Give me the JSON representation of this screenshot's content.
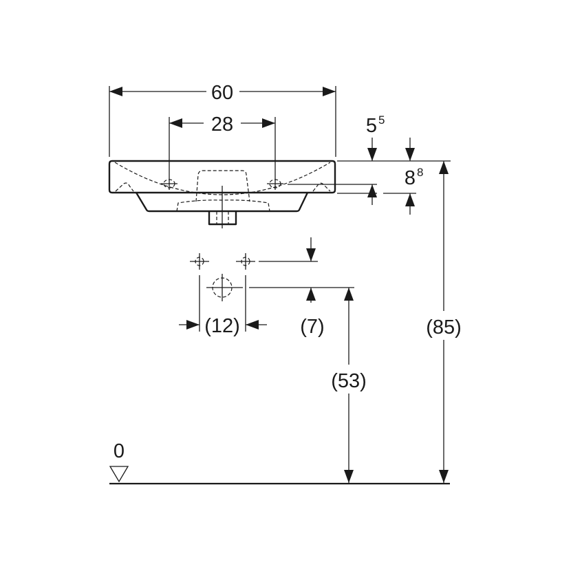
{
  "dimensions": {
    "overall_width": "60",
    "tap_hole_spacing": "28",
    "top_offset": "5",
    "top_offset_sup": "5",
    "rim_height": "8",
    "rim_height_sup": "8",
    "connection_spacing": "(12)",
    "connection_offset": "(7)",
    "drain_height": "(53)",
    "rim_total_height": "(85)",
    "floor_level": "0"
  },
  "colors": {
    "line": "#1a1a1a",
    "background": "#ffffff"
  }
}
